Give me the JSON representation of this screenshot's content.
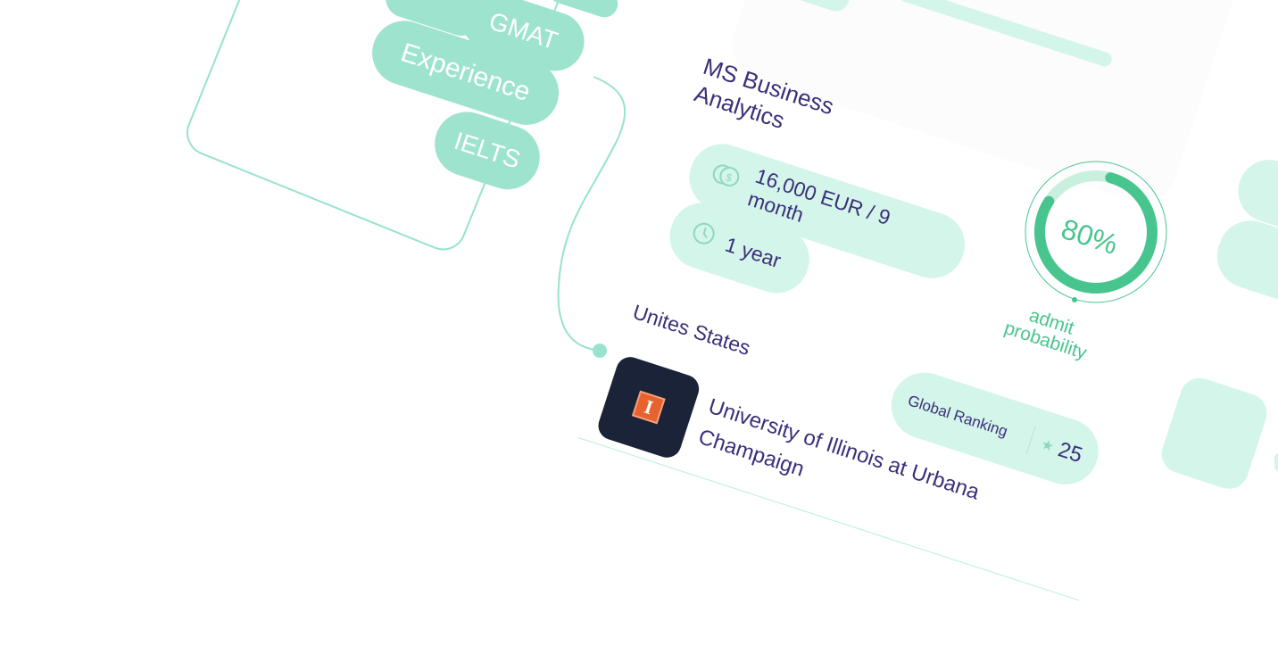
{
  "filters": {
    "pills": [
      "GMAT",
      "Experience",
      "IELTS"
    ]
  },
  "program": {
    "title_line1": "MS Business",
    "title_line2": "Analytics",
    "tuition": "16,000 EUR / 9 month",
    "duration": "1 year",
    "tuition_icon": "coins-icon",
    "duration_icon": "clock-icon"
  },
  "location": {
    "country": "Unites States"
  },
  "university": {
    "name_line1": "University of Illinois at Urbana",
    "name_line2": "Champaign",
    "logo_letter": "I"
  },
  "ranking": {
    "label": "Global Ranking",
    "value": "25"
  },
  "admit": {
    "percent_label": "80%",
    "percent_value": 80,
    "line1": "admit",
    "line2": "probability"
  },
  "colors": {
    "accent": "#48c58e",
    "mint": "#d4f5ea",
    "pill": "#9ee3ce",
    "text": "#3b2f7a",
    "logo_bg": "#1a2337",
    "logo_mark": "#e8622d"
  }
}
